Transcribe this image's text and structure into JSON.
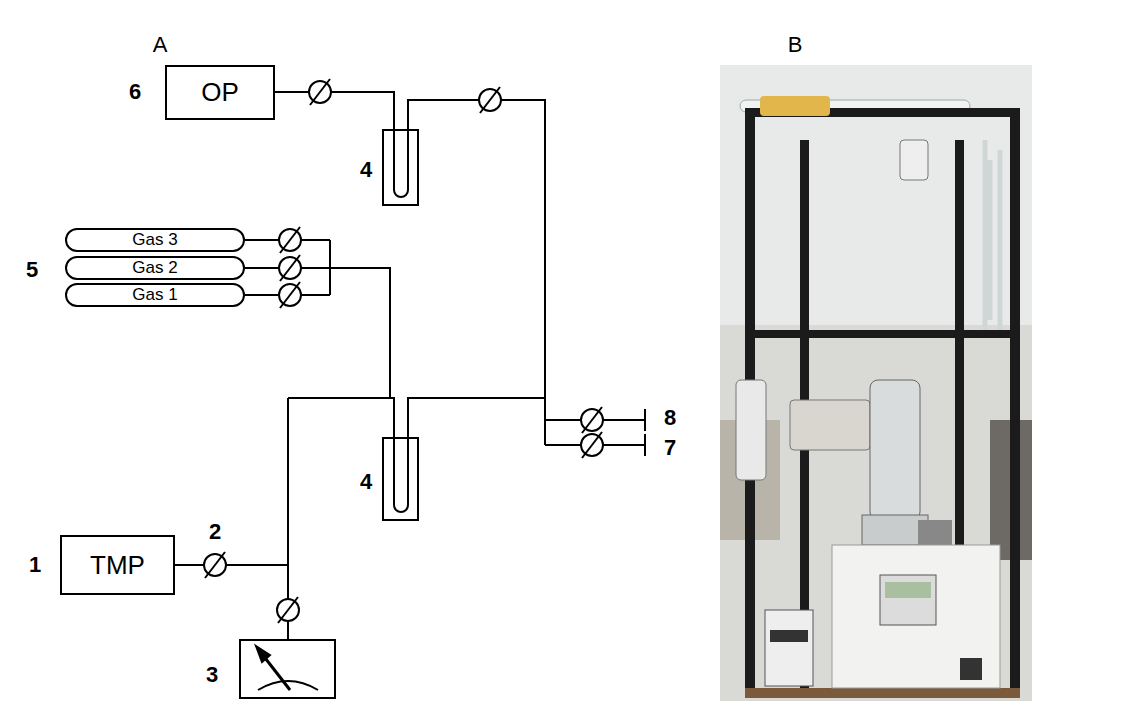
{
  "diagram": {
    "nodes": [
      {
        "text": [
          "OP"
        ]
      },
      {
        "text": [
          "Gas 3"
        ]
      },
      {
        "text": [
          "Gas 2"
        ]
      },
      {
        "text": [
          "Gas 1"
        ]
      },
      {
        "text": [
          "TMP"
        ]
      }
    ],
    "labels": [
      "A",
      "B",
      "6",
      "4",
      "5",
      "4",
      "8",
      "7",
      "2",
      "1",
      "3"
    ]
  }
}
